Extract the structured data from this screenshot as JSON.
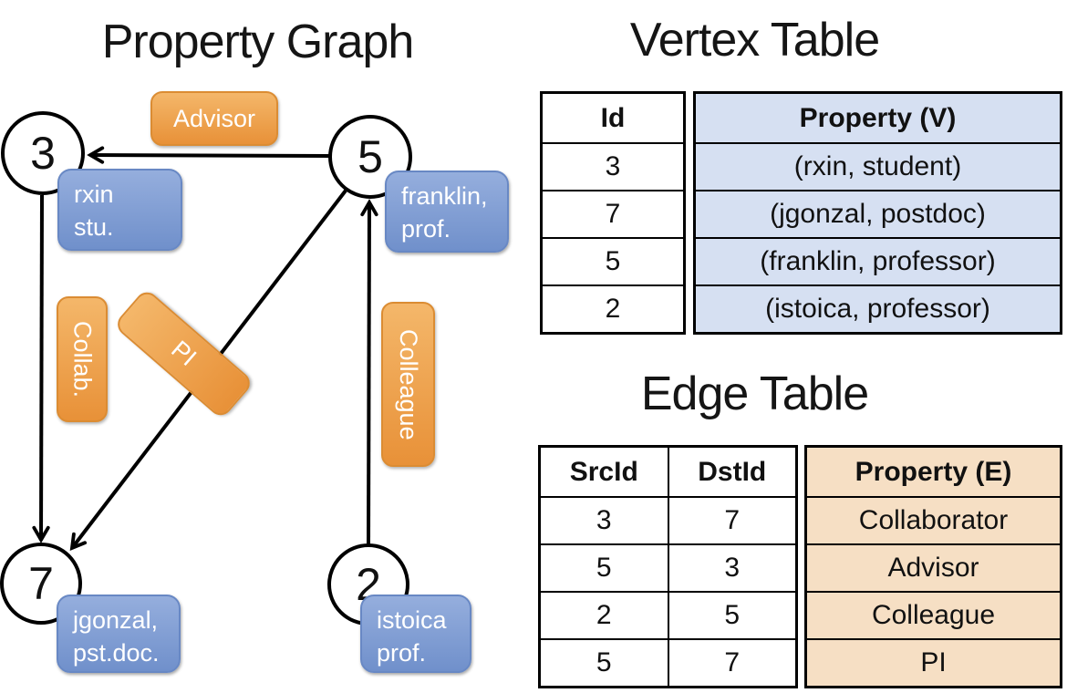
{
  "graph": {
    "title": "Property Graph",
    "vertices": [
      {
        "id": "3",
        "prop_line1": "rxin",
        "prop_line2": "stu."
      },
      {
        "id": "5",
        "prop_line1": "franklin,",
        "prop_line2": "prof."
      },
      {
        "id": "7",
        "prop_line1": "jgonzal,",
        "prop_line2": "pst.doc."
      },
      {
        "id": "2",
        "prop_line1": "istoica",
        "prop_line2": "prof."
      }
    ],
    "edge_labels": {
      "advisor": "Advisor",
      "collab": "Collab.",
      "pi": "PI",
      "colleague": "Colleague"
    }
  },
  "vertex_table": {
    "title": "Vertex Table",
    "columns": {
      "id": "Id",
      "property": "Property (V)"
    },
    "rows": [
      {
        "id": "3",
        "property": "(rxin, student)"
      },
      {
        "id": "7",
        "property": "(jgonzal, postdoc)"
      },
      {
        "id": "5",
        "property": "(franklin, professor)"
      },
      {
        "id": "2",
        "property": "(istoica, professor)"
      }
    ]
  },
  "edge_table": {
    "title": "Edge Table",
    "columns": {
      "src": "SrcId",
      "dst": "DstId",
      "property": "Property (E)"
    },
    "rows": [
      {
        "src": "3",
        "dst": "7",
        "property": "Collaborator"
      },
      {
        "src": "5",
        "dst": "3",
        "property": "Advisor"
      },
      {
        "src": "2",
        "dst": "5",
        "property": "Colleague"
      },
      {
        "src": "5",
        "dst": "7",
        "property": "PI"
      }
    ]
  },
  "colors": {
    "edge_label_orange": "#EFA24C",
    "vertex_label_blue": "#7F9DD4",
    "vertex_cell_bg": "#D6E0F2",
    "edge_cell_bg": "#F6DFC4",
    "line_black": "#000000"
  }
}
